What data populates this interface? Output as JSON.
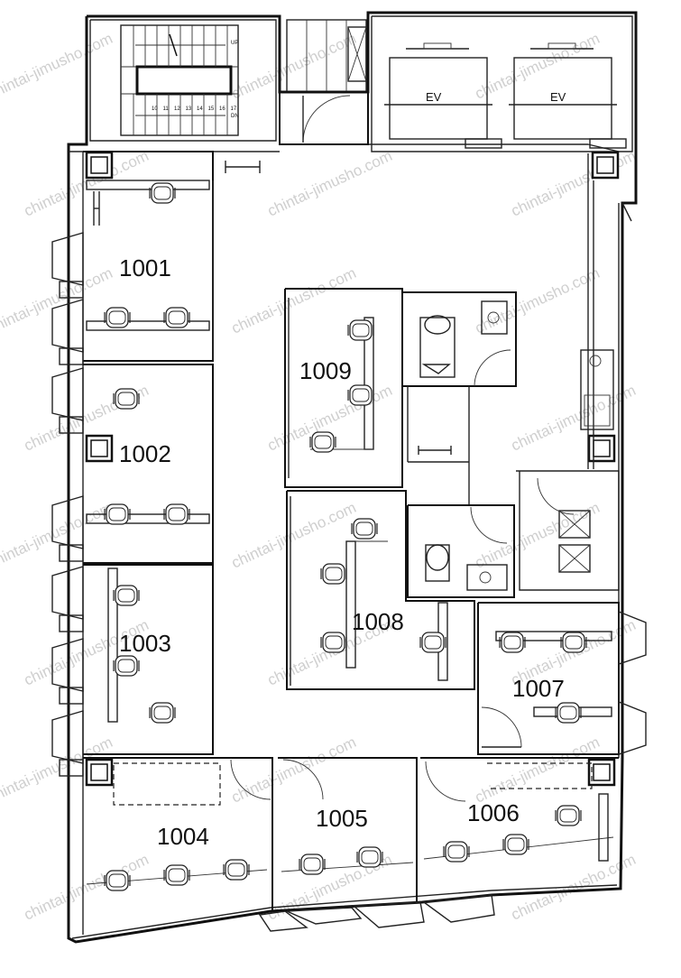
{
  "rooms": {
    "r1001": "1001",
    "r1002": "1002",
    "r1003": "1003",
    "r1004": "1004",
    "r1005": "1005",
    "r1006": "1006",
    "r1007": "1007",
    "r1008": "1008",
    "r1009": "1009"
  },
  "elevators": {
    "ev1": "EV",
    "ev2": "EV"
  },
  "stairs": {
    "up_mark": "UP",
    "down_mark": "DN",
    "steps": [
      "10",
      "11",
      "12",
      "13",
      "14",
      "15",
      "16",
      "17"
    ]
  },
  "watermark": "chintai-jimusho.com"
}
